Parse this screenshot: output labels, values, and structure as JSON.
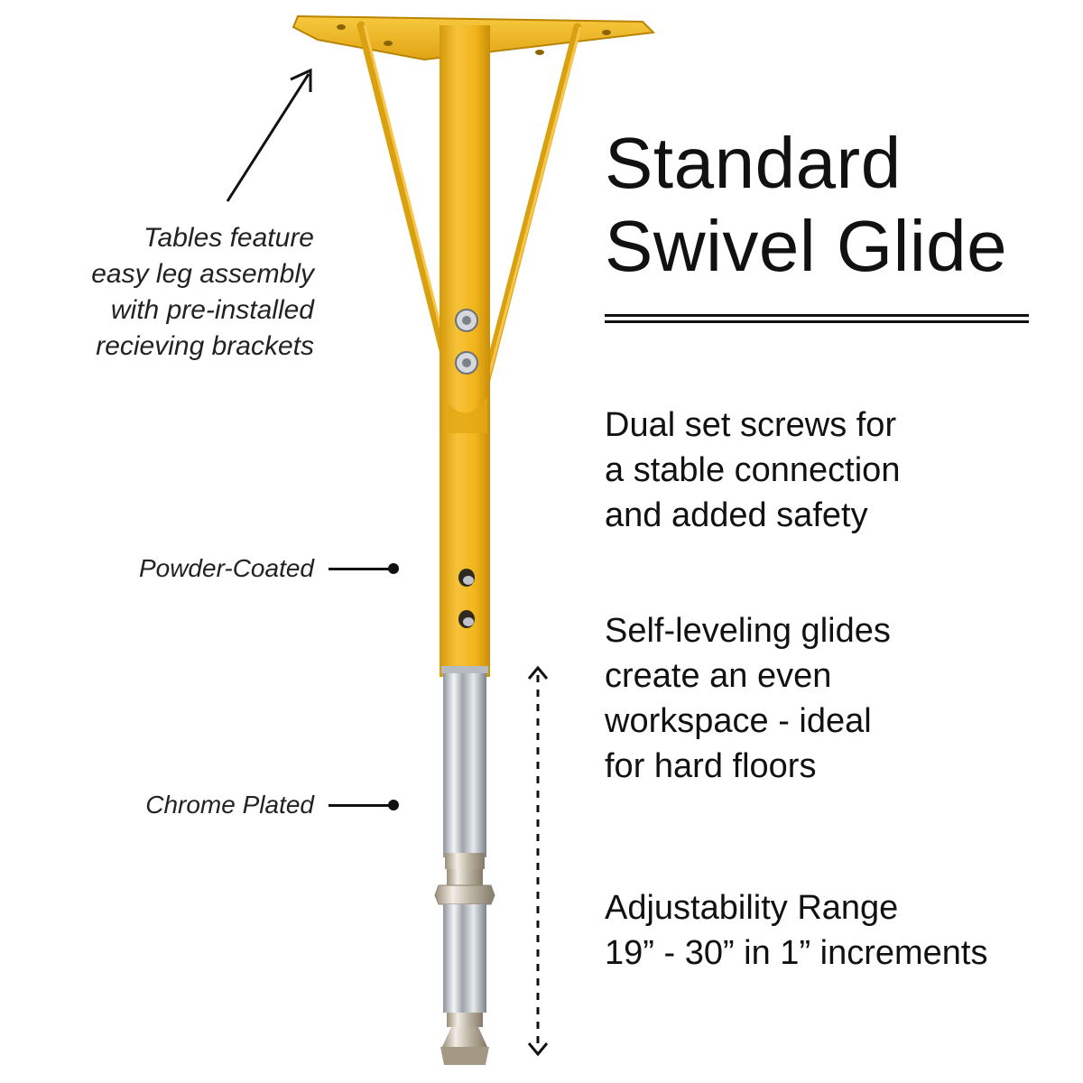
{
  "heading": {
    "line1": "Standard",
    "line2": "Swivel Glide"
  },
  "features": [
    {
      "lines": [
        "Dual set screws for",
        "a stable connection",
        "and added safety"
      ]
    },
    {
      "lines": [
        "Self-leveling glides",
        "create an even",
        "workspace - ideal",
        "for hard floors"
      ]
    },
    {
      "lines": [
        "Adjustability Range",
        "19” - 30” in 1” increments"
      ]
    }
  ],
  "callouts": {
    "bracket_note": [
      "Tables feature",
      "easy leg assembly",
      "with pre-installed",
      "recieving brackets"
    ],
    "powder_coated": "Powder-Coated",
    "chrome_plated": "Chrome Plated"
  },
  "colors": {
    "leg_yellow": "#F2B51C",
    "leg_shadow": "#C98E08",
    "chrome": "#C9CDD2",
    "text": "#111111"
  },
  "icons": {
    "bracket_arrow": "arrow-up-right-icon",
    "height_range": "double-arrow-vertical-dashed-icon"
  }
}
